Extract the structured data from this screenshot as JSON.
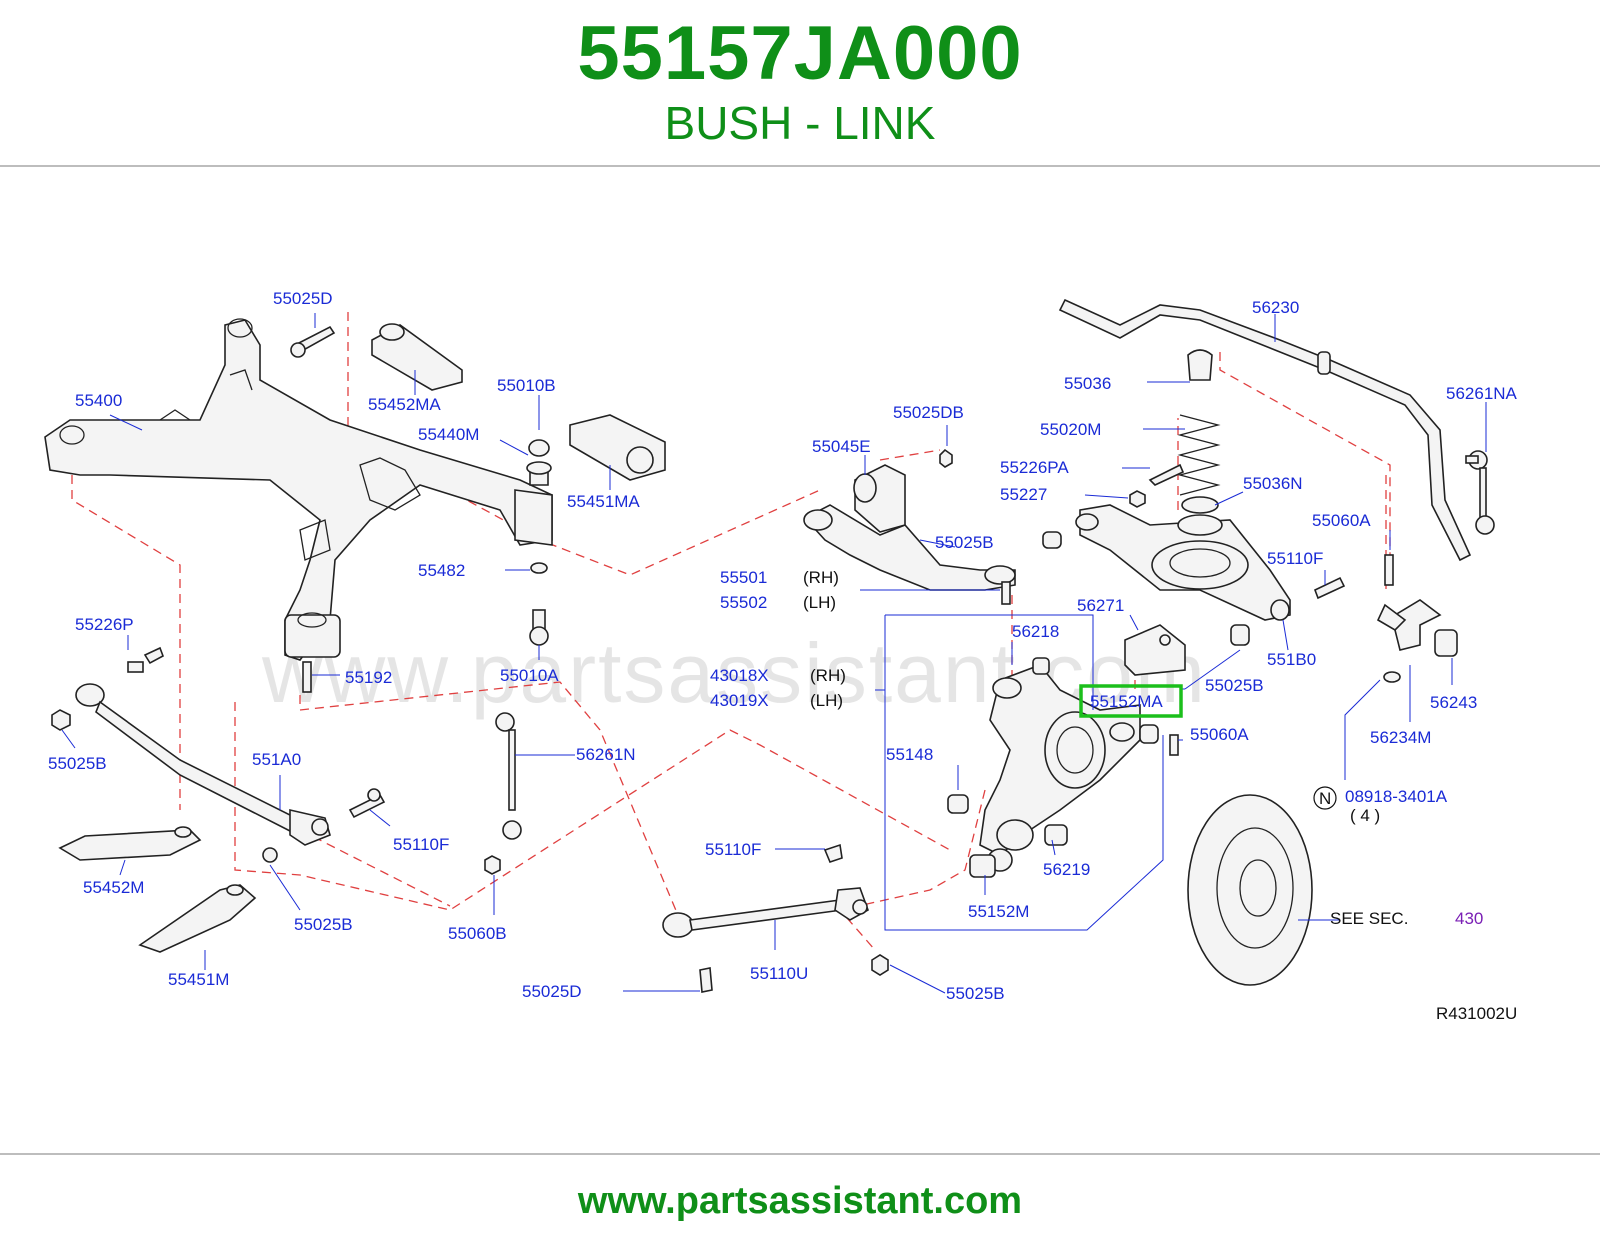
{
  "header": {
    "part_number": "55157JA000",
    "part_name": "BUSH - LINK"
  },
  "footer": {
    "url": "www.partsassistant.com"
  },
  "diagram": {
    "watermark": "www.partsassistant.com",
    "figure_code": "R431002U",
    "highlight_color": "#1bbf1b",
    "brand_color": "#0f8f18",
    "label_color": "#1a2bd6",
    "highlighted_label": "55152MA",
    "labels": {
      "55025D_top": "55025D",
      "55452MA": "55452MA",
      "55400": "55400",
      "55010B": "55010B",
      "55440M": "55440M",
      "55451MA": "55451MA",
      "55482": "55482",
      "55010A": "55010A",
      "55226P": "55226P",
      "55192": "55192",
      "55025B_left": "55025B",
      "551A0": "551A0",
      "55110F_left": "55110F",
      "55452M": "55452M",
      "55025B_lower_left": "55025B",
      "55451M": "55451M",
      "56261N": "56261N",
      "55060B": "55060B",
      "55025DB": "55025DB",
      "55045E": "55045E",
      "55025B_arm": "55025B",
      "55501": "55501",
      "55502": "55502",
      "43018X": "43018X",
      "43019X": "43019X",
      "56218": "56218",
      "55148": "55148",
      "56219": "56219",
      "55152M": "55152M",
      "55110F_bottom": "55110F",
      "55110U": "55110U",
      "55025D_bottom": "55025D",
      "55025B_bottom": "55025B",
      "56230": "56230",
      "55036": "55036",
      "55020M": "55020M",
      "55226PA": "55226PA",
      "55227": "55227",
      "55036N": "55036N",
      "56261NA": "56261NA",
      "55060A_right": "55060A",
      "55110F_right": "55110F",
      "56271": "56271",
      "551B0": "551B0",
      "55025B_right": "55025B",
      "55060A_mid": "55060A",
      "56243": "56243",
      "56234M": "56234M",
      "08918-3401A": "08918-3401A",
      "qty": "( 4 )",
      "n_marker": "N",
      "see_sec": "SEE   SEC.",
      "sec_num": "430",
      "rh1": "(RH)",
      "lh1": "(LH)",
      "rh2": "(RH)",
      "lh2": "(LH)"
    }
  }
}
